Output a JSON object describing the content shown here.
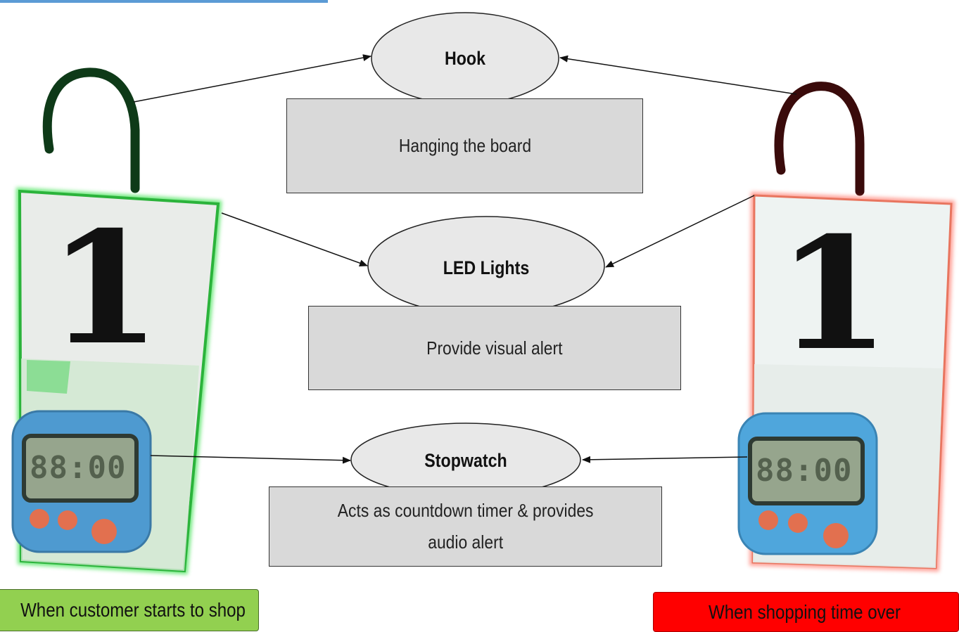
{
  "components": {
    "hook": {
      "label": "Hook",
      "description": "Hanging the board"
    },
    "led": {
      "label": "LED Lights",
      "description": "Provide visual alert"
    },
    "stopwatch": {
      "label": "Stopwatch",
      "description": "Acts as countdown timer & provides\naudio alert"
    }
  },
  "board": {
    "number": "1",
    "timer_display": "88:00"
  },
  "captions": {
    "left": "When customer starts to shop",
    "right": "When shopping time over"
  },
  "colors": {
    "left_glow": "#2ecc40",
    "right_glow": "#ff5a4a",
    "left_caption_bg": "#92d050",
    "right_caption_bg": "#ff0000",
    "box_bg": "#d9d9d9",
    "top_bar": "#5b9bd5"
  },
  "icons": {
    "left_board": "shopping-board-green-icon",
    "right_board": "shopping-board-red-icon"
  }
}
